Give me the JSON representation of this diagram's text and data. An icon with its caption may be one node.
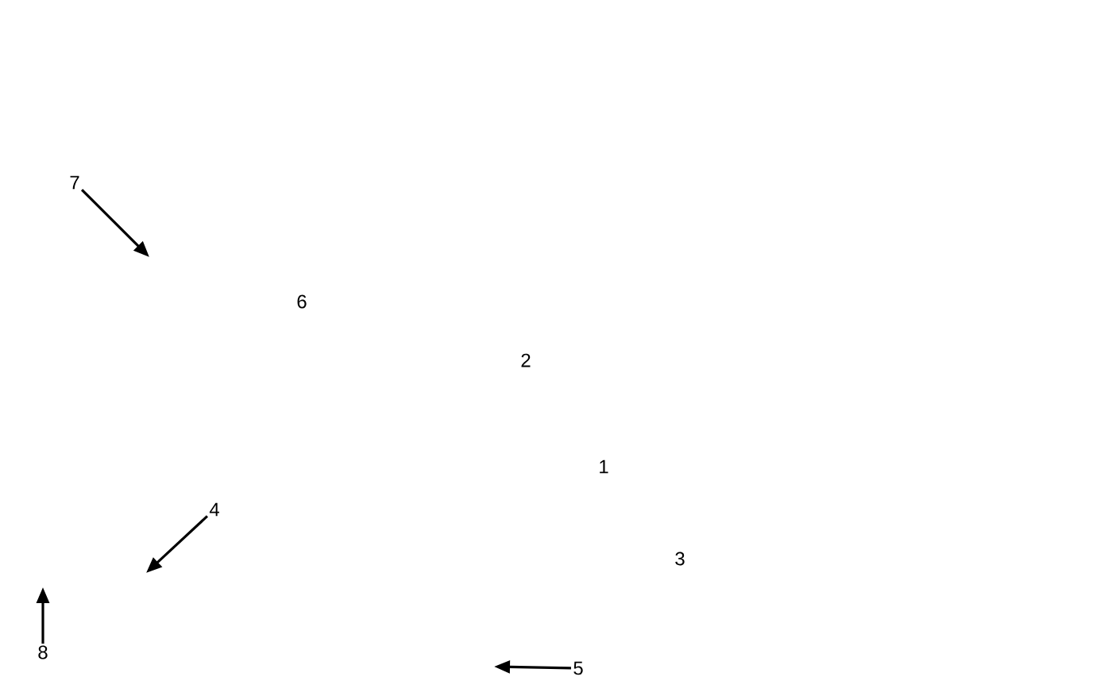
{
  "diagram": {
    "nodes": [
      {
        "text": [
          "7"
        ]
      },
      {
        "text": [
          "4"
        ]
      },
      {
        "text": [
          "8"
        ]
      },
      {
        "text": [
          "5"
        ]
      }
    ],
    "edges": [
      {
        "from": 0,
        "to": null,
        "arrow": "to"
      },
      {
        "from": 1,
        "to": null,
        "arrow": "to"
      },
      {
        "from": 2,
        "to": null,
        "arrow": "to"
      },
      {
        "from": 3,
        "to": null,
        "arrow": "to"
      }
    ],
    "labels": [
      "6",
      "2",
      "1",
      "3"
    ]
  }
}
